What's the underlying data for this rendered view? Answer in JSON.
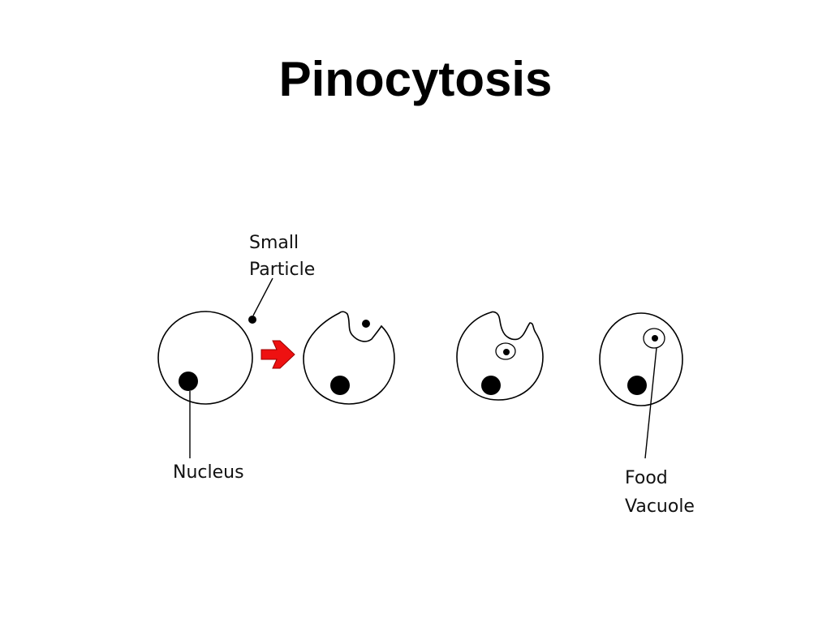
{
  "slide": {
    "title": "Pinocytosis"
  },
  "labels": {
    "small_particle_line1": "Small",
    "small_particle_line2": "Particle",
    "nucleus": "Nucleus",
    "food_vacuole_line1": "Food",
    "food_vacuole_line2": "Vacuole"
  },
  "colors": {
    "outline": "#000000",
    "arrow": "#ee1111",
    "background": "#ffffff"
  },
  "icons": {
    "step_arrow": "right-arrow-icon"
  }
}
